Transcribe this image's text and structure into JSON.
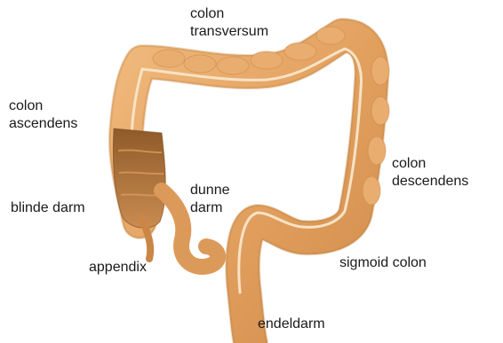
{
  "labels": {
    "colon_transversum": "colon\ntransversum",
    "colon_ascendens": "colon\nascendens",
    "colon_descendens": "colon\ndescendens",
    "dunne_darm": "dunne\ndarm",
    "blinde_darm": "blinde darm",
    "appendix": "appendix",
    "sigmoid_colon": "sigmoid colon",
    "endeldarm": "endeldarm"
  },
  "colors": {
    "tissue": "#e6a86a",
    "tissue_dark": "#c9843f",
    "tissue_outline": "#b57a3c",
    "highlight": "#f7e3c6",
    "cecum": "#a8703a"
  }
}
